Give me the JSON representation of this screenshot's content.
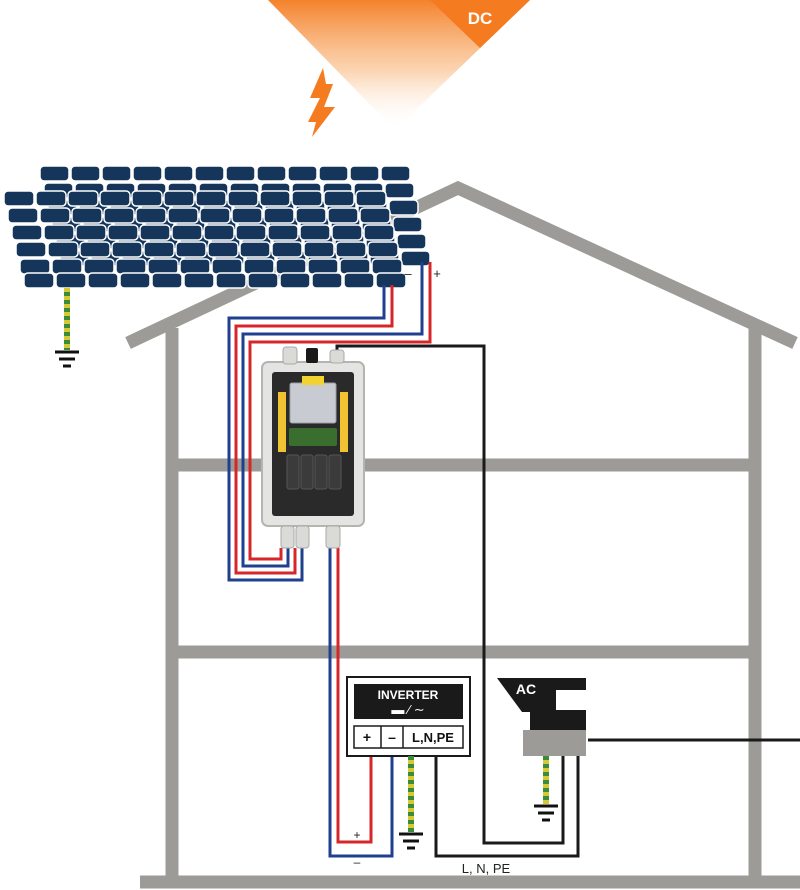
{
  "banner": {
    "label": "DC",
    "color": "#f47b20"
  },
  "pv_terminals": {
    "minus": "–",
    "plus": "+"
  },
  "inverter": {
    "title": "INVERTER",
    "symbol": "▬ ⁄ ∼",
    "terminals": [
      "+",
      "–",
      "L,N,PE"
    ]
  },
  "dc_run": {
    "plus": "+",
    "minus": "–"
  },
  "ac_box": {
    "label": "AC"
  },
  "ac_cable": {
    "label": "L, N, PE"
  },
  "colors": {
    "house": "#9c9b97",
    "panel": "#15355a",
    "panel_frame": "#ffffff",
    "dc_positive": "#d7262a",
    "dc_negative": "#1f3f8f",
    "earth_yellow": "#d6c935",
    "earth_green": "#3a8c3a",
    "ac_line": "#1a1a1a",
    "enclosure": "#e4e4e2"
  },
  "icons": [
    "lightning-bolt-icon",
    "ground-symbol-icon",
    "dc-ac-conversion-icon"
  ]
}
